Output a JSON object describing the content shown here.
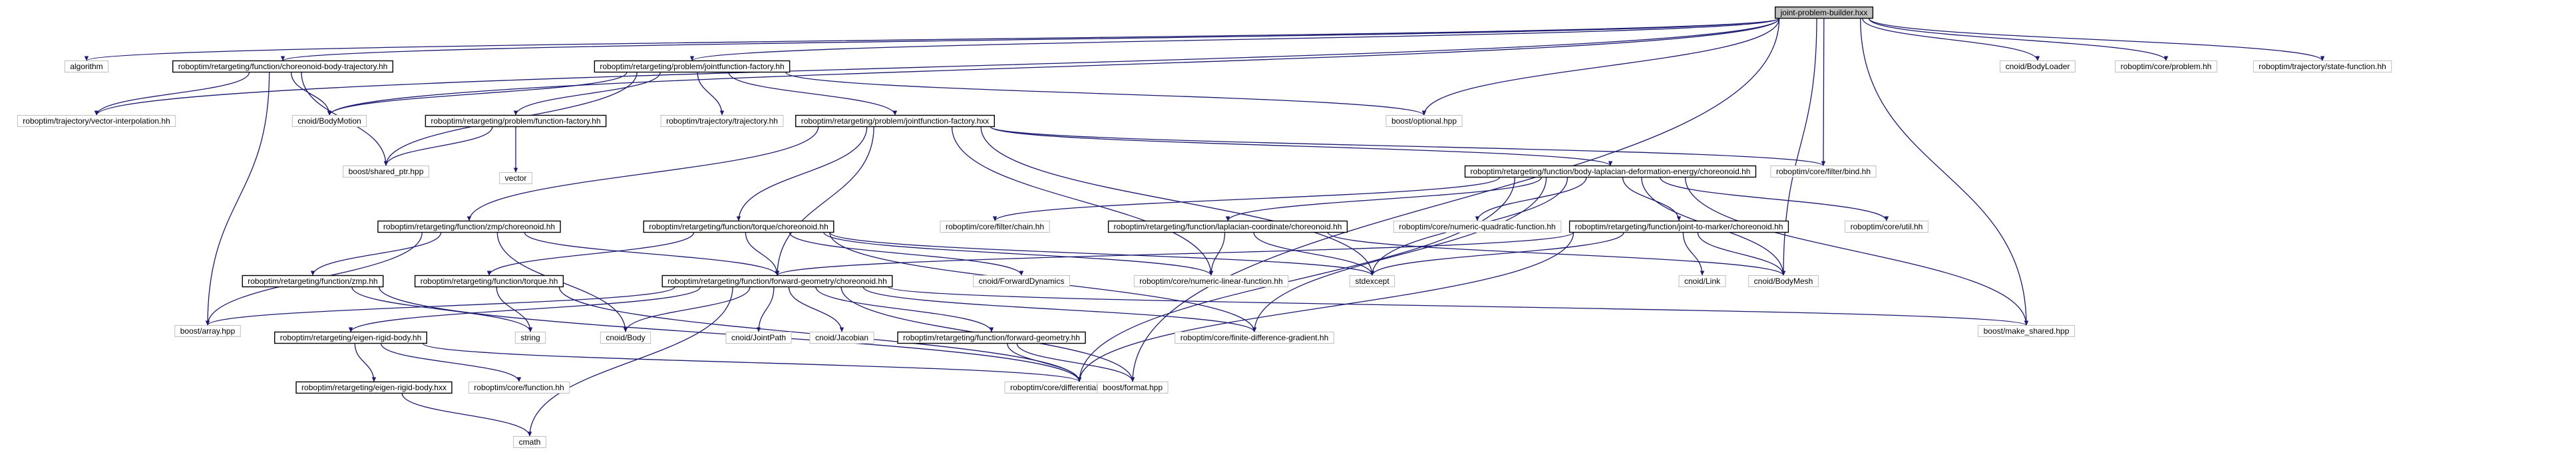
{
  "graph": {
    "nodes": [
      {
        "id": "root",
        "label": "joint-problem-builder.hxx",
        "kind": "root"
      },
      {
        "id": "algorithm",
        "label": "algorithm",
        "kind": "plain"
      },
      {
        "id": "cbt",
        "label": "roboptim/retargeting/function/choreonoid-body-trajectory.hh",
        "kind": "boxed"
      },
      {
        "id": "jff",
        "label": "roboptim/retargeting/problem/jointfunction-factory.hh",
        "kind": "boxed"
      },
      {
        "id": "vinterp",
        "label": "roboptim/trajectory/vector-interpolation.hh",
        "kind": "plain"
      },
      {
        "id": "bodymotion",
        "label": "cnoid/BodyMotion",
        "kind": "plain"
      },
      {
        "id": "fffh",
        "label": "roboptim/retargeting/problem/function-factory.hh",
        "kind": "boxed"
      },
      {
        "id": "trajectory",
        "label": "roboptim/trajectory/trajectory.hh",
        "kind": "plain"
      },
      {
        "id": "jffx",
        "label": "roboptim/retargeting/problem/jointfunction-factory.hxx",
        "kind": "boxed"
      },
      {
        "id": "optional",
        "label": "boost/optional.hpp",
        "kind": "plain"
      },
      {
        "id": "bodyloader",
        "label": "cnoid/BodyLoader",
        "kind": "plain"
      },
      {
        "id": "coreproblem",
        "label": "roboptim/core/problem.hh",
        "kind": "plain"
      },
      {
        "id": "statefn",
        "label": "roboptim/trajectory/state-function.hh",
        "kind": "plain"
      },
      {
        "id": "sharedptr",
        "label": "boost/shared_ptr.hpp",
        "kind": "plain"
      },
      {
        "id": "vector",
        "label": "vector",
        "kind": "plain"
      },
      {
        "id": "bind",
        "label": "roboptim/core/filter/bind.hh",
        "kind": "plain"
      },
      {
        "id": "blde",
        "label": "roboptim/retargeting/function/body-laplacian-deformation-energy/choreonoid.hh",
        "kind": "boxed"
      },
      {
        "id": "zmpc",
        "label": "roboptim/retargeting/function/zmp/choreonoid.hh",
        "kind": "boxed"
      },
      {
        "id": "torquec",
        "label": "roboptim/retargeting/function/torque/choreonoid.hh",
        "kind": "boxed"
      },
      {
        "id": "chain",
        "label": "roboptim/core/filter/chain.hh",
        "kind": "plain"
      },
      {
        "id": "lapc",
        "label": "roboptim/retargeting/function/laplacian-coordinate/choreonoid.hh",
        "kind": "boxed"
      },
      {
        "id": "nqf",
        "label": "roboptim/core/numeric-quadratic-function.hh",
        "kind": "plain"
      },
      {
        "id": "j2m",
        "label": "roboptim/retargeting/function/joint-to-marker/choreonoid.hh",
        "kind": "boxed"
      },
      {
        "id": "coreutil",
        "label": "roboptim/core/util.hh",
        "kind": "plain"
      },
      {
        "id": "fwdyn",
        "label": "cnoid/ForwardDynamics",
        "kind": "plain"
      },
      {
        "id": "nlf",
        "label": "roboptim/core/numeric-linear-function.hh",
        "kind": "plain"
      },
      {
        "id": "stdexcept",
        "label": "stdexcept",
        "kind": "plain"
      },
      {
        "id": "link",
        "label": "cnoid/Link",
        "kind": "plain"
      },
      {
        "id": "bodymesh",
        "label": "cnoid/BodyMesh",
        "kind": "plain"
      },
      {
        "id": "zmph",
        "label": "roboptim/retargeting/function/zmp.hh",
        "kind": "boxed"
      },
      {
        "id": "torqueh",
        "label": "roboptim/retargeting/function/torque.hh",
        "kind": "boxed"
      },
      {
        "id": "fgc",
        "label": "roboptim/retargeting/function/forward-geometry/choreonoid.hh",
        "kind": "boxed"
      },
      {
        "id": "boostarray",
        "label": "boost/array.hpp",
        "kind": "plain"
      },
      {
        "id": "erbh",
        "label": "roboptim/retargeting/eigen-rigid-body.hh",
        "kind": "boxed"
      },
      {
        "id": "string",
        "label": "string",
        "kind": "plain"
      },
      {
        "id": "body",
        "label": "cnoid/Body",
        "kind": "plain"
      },
      {
        "id": "jointpath",
        "label": "cnoid/JointPath",
        "kind": "plain"
      },
      {
        "id": "jacobian",
        "label": "cnoid/Jacobian",
        "kind": "plain"
      },
      {
        "id": "fgh",
        "label": "roboptim/retargeting/function/forward-geometry.hh",
        "kind": "boxed"
      },
      {
        "id": "fdg",
        "label": "roboptim/core/finite-difference-gradient.hh",
        "kind": "plain"
      },
      {
        "id": "makeshared",
        "label": "boost/make_shared.hpp",
        "kind": "plain"
      },
      {
        "id": "corefn",
        "label": "roboptim/core/function.hh",
        "kind": "plain"
      },
      {
        "id": "erbhxx",
        "label": "roboptim/retargeting/eigen-rigid-body.hxx",
        "kind": "boxed"
      },
      {
        "id": "difffn",
        "label": "roboptim/core/differentiable-function.hh",
        "kind": "plain"
      },
      {
        "id": "format",
        "label": "boost/format.hpp",
        "kind": "plain"
      },
      {
        "id": "cmath",
        "label": "cmath",
        "kind": "plain"
      }
    ],
    "edges": [
      [
        "root",
        "algorithm"
      ],
      [
        "root",
        "cbt"
      ],
      [
        "root",
        "jff"
      ],
      [
        "root",
        "vinterp"
      ],
      [
        "root",
        "bodymotion"
      ],
      [
        "root",
        "optional"
      ],
      [
        "root",
        "bodyloader"
      ],
      [
        "root",
        "coreproblem"
      ],
      [
        "root",
        "statefn"
      ],
      [
        "root",
        "bind"
      ],
      [
        "root",
        "bodymesh"
      ],
      [
        "root",
        "makeshared"
      ],
      [
        "root",
        "format"
      ],
      [
        "cbt",
        "vinterp"
      ],
      [
        "cbt",
        "bodymotion"
      ],
      [
        "cbt",
        "sharedptr"
      ],
      [
        "cbt",
        "boostarray"
      ],
      [
        "jff",
        "bodymotion"
      ],
      [
        "jff",
        "fffh"
      ],
      [
        "jff",
        "trajectory"
      ],
      [
        "jff",
        "jffx"
      ],
      [
        "jff",
        "optional"
      ],
      [
        "jff",
        "sharedptr"
      ],
      [
        "fffh",
        "sharedptr"
      ],
      [
        "fffh",
        "vector"
      ],
      [
        "jffx",
        "bind"
      ],
      [
        "jffx",
        "blde"
      ],
      [
        "jffx",
        "zmpc"
      ],
      [
        "jffx",
        "torquec"
      ],
      [
        "jffx",
        "stdexcept"
      ],
      [
        "jffx",
        "fgc"
      ],
      [
        "jffx",
        "nlf"
      ],
      [
        "blde",
        "chain"
      ],
      [
        "blde",
        "lapc"
      ],
      [
        "blde",
        "nqf"
      ],
      [
        "blde",
        "j2m"
      ],
      [
        "blde",
        "coreutil"
      ],
      [
        "blde",
        "bodymesh"
      ],
      [
        "blde",
        "stdexcept"
      ],
      [
        "blde",
        "makeshared"
      ],
      [
        "blde",
        "fdg"
      ],
      [
        "blde",
        "difffn"
      ],
      [
        "zmpc",
        "zmph"
      ],
      [
        "zmpc",
        "fgc"
      ],
      [
        "zmpc",
        "boostarray"
      ],
      [
        "zmpc",
        "body"
      ],
      [
        "torquec",
        "torqueh"
      ],
      [
        "torquec",
        "fgc"
      ],
      [
        "torquec",
        "fwdyn"
      ],
      [
        "torquec",
        "stdexcept"
      ],
      [
        "torquec",
        "fdg"
      ],
      [
        "torquec",
        "nlf"
      ],
      [
        "lapc",
        "nlf"
      ],
      [
        "lapc",
        "stdexcept"
      ],
      [
        "lapc",
        "bodymesh"
      ],
      [
        "j2m",
        "fgc"
      ],
      [
        "j2m",
        "link"
      ],
      [
        "j2m",
        "bodymesh"
      ],
      [
        "j2m",
        "stdexcept"
      ],
      [
        "j2m",
        "difffn"
      ],
      [
        "zmph",
        "string"
      ],
      [
        "zmph",
        "difffn"
      ],
      [
        "torqueh",
        "string"
      ],
      [
        "torqueh",
        "difffn"
      ],
      [
        "fgc",
        "boostarray"
      ],
      [
        "fgc",
        "erbh"
      ],
      [
        "fgc",
        "body"
      ],
      [
        "fgc",
        "jointpath"
      ],
      [
        "fgc",
        "jacobian"
      ],
      [
        "fgc",
        "fgh"
      ],
      [
        "fgc",
        "fdg"
      ],
      [
        "fgc",
        "makeshared"
      ],
      [
        "fgc",
        "format"
      ],
      [
        "fgc",
        "cmath"
      ],
      [
        "erbh",
        "corefn"
      ],
      [
        "erbh",
        "erbhxx"
      ],
      [
        "erbh",
        "difffn"
      ],
      [
        "erbhxx",
        "cmath"
      ],
      [
        "fgh",
        "difffn"
      ],
      [
        "fgh",
        "format"
      ]
    ]
  }
}
